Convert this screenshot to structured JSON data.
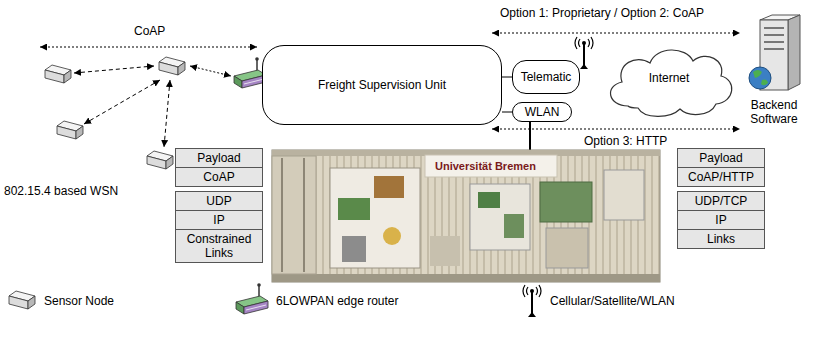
{
  "diagram": {
    "nodes": [
      {
        "text": [
          "Freight Supervision Unit"
        ]
      },
      {
        "text": [
          "Telematic"
        ]
      },
      {
        "text": [
          "WLAN"
        ]
      },
      {
        "text": [
          "Internet"
        ]
      },
      {
        "text": [
          "Backend Software"
        ]
      },
      {
        "text": [
          "Payload"
        ]
      },
      {
        "text": [
          "CoAP"
        ]
      },
      {
        "text": [
          "UDP"
        ]
      },
      {
        "text": [
          "IP"
        ]
      },
      {
        "text": [
          "Constrained Links"
        ]
      },
      {
        "text": [
          "Payload"
        ]
      },
      {
        "text": [
          "CoAP/HTTP"
        ]
      },
      {
        "text": [
          "UDP/TCP"
        ]
      },
      {
        "text": [
          "IP"
        ]
      },
      {
        "text": [
          "Links"
        ]
      }
    ],
    "edges": [
      {
        "from": 0,
        "to": 1,
        "arrow": "none"
      },
      {
        "from": 0,
        "to": 2,
        "arrow": "none"
      }
    ],
    "labels": [
      "CoAP",
      "Option 1: Proprietary / Option 2: CoAP",
      "Option 3: HTTP",
      "802.15.4 based WSN",
      "Universität Bremen"
    ],
    "legend": [
      {
        "text": "Sensor Node"
      },
      {
        "text": "6LOWPAN edge router"
      },
      {
        "text": "Cellular/Satellite/WLAN"
      }
    ]
  }
}
